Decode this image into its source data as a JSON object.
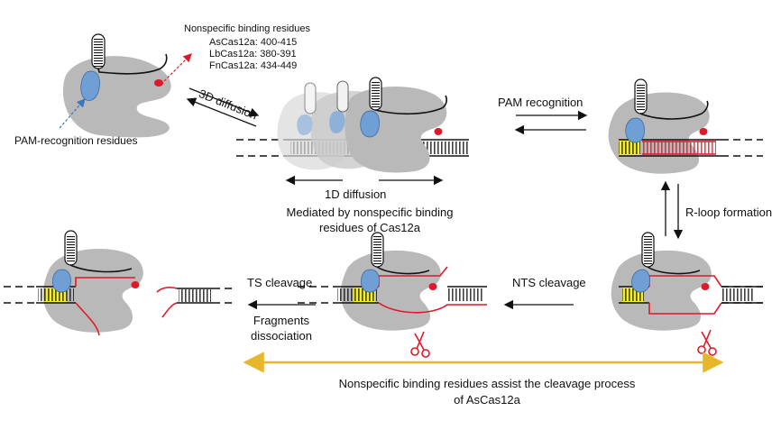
{
  "nonspecific_panel": {
    "title": "Nonspecific binding residues",
    "rows": [
      "AsCas12a: 400-415",
      "LbCas12a: 380-391",
      "FnCas12a: 434-449"
    ]
  },
  "labels": {
    "pam_residues": "PAM-recognition residues",
    "diffusion_3d": "3D diffusion",
    "diffusion_1d": "1D diffusion",
    "mediated_line1": "Mediated by nonspecific binding",
    "mediated_line2": "residues of Cas12a",
    "pam_recognition": "PAM recognition",
    "rloop_formation": "R-loop formation",
    "ts_cleavage": "TS cleavage",
    "fragments_line1": "Fragments",
    "fragments_line2": "dissociation",
    "nts_cleavage": "NTS cleavage",
    "bottom_line1": "Nonspecific binding residues assist the cleavage process",
    "bottom_line2": "of AsCas12a"
  },
  "colors": {
    "protein": "#b9b9b9",
    "pam_domain": "#6f9fd4",
    "nonspecific_site": "#e0192a",
    "target_strand": "#e0192a",
    "pam_highlight": "#f3ef2c",
    "guide_arrow": "#e8b62a",
    "dna": "#111111"
  },
  "icons": [
    "scissors-icon",
    "crrna-hairpin-icon"
  ]
}
